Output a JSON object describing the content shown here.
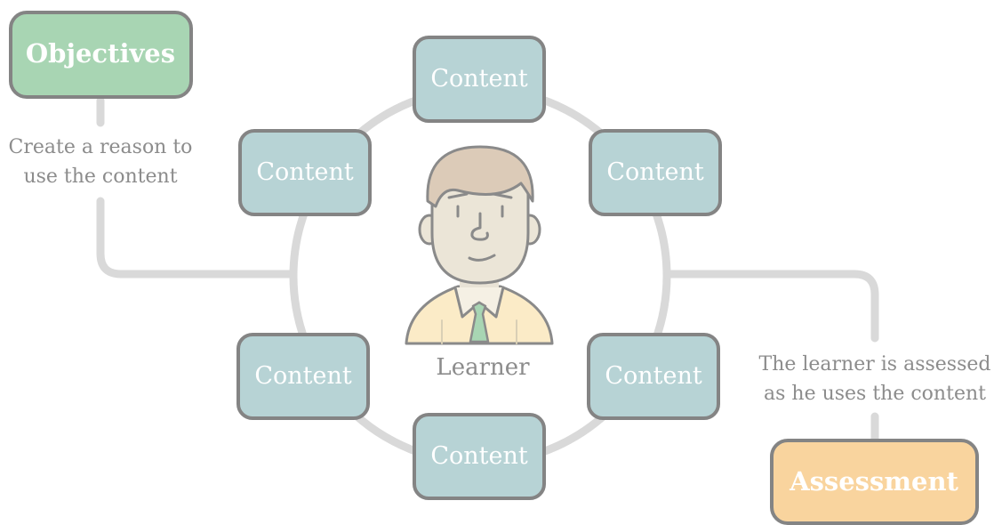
{
  "objectives": {
    "label": "Objectives",
    "note_line1": "Create a reason to",
    "note_line2": "use the content",
    "color": "#a8d5b3"
  },
  "assessment": {
    "label": "Assessment",
    "note_line1": "The learner is assessed",
    "note_line2": "as he uses the content",
    "color": "#f9d49e"
  },
  "learner": {
    "label": "Learner"
  },
  "content_nodes": [
    {
      "label": "Content"
    },
    {
      "label": "Content"
    },
    {
      "label": "Content"
    },
    {
      "label": "Content"
    },
    {
      "label": "Content"
    },
    {
      "label": "Content"
    }
  ],
  "colors": {
    "content_fill": "#b7d3d5",
    "box_border": "#848484",
    "connector": "#d9d9d9",
    "text_muted": "#8c8c8c"
  }
}
